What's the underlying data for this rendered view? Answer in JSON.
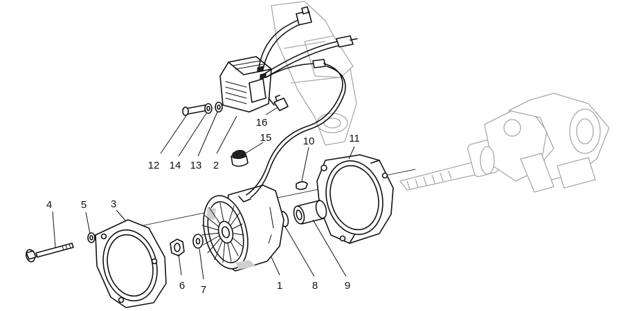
{
  "labels": [
    {
      "id": "label-1",
      "text": "1"
    },
    {
      "id": "label-2",
      "text": "2"
    },
    {
      "id": "label-3",
      "text": "3"
    },
    {
      "id": "label-4",
      "text": "4"
    },
    {
      "id": "label-5",
      "text": "5"
    },
    {
      "id": "label-6",
      "text": "6"
    },
    {
      "id": "label-7",
      "text": "7"
    },
    {
      "id": "label-8",
      "text": "8"
    },
    {
      "id": "label-9",
      "text": "9"
    },
    {
      "id": "label-10",
      "text": "10"
    },
    {
      "id": "label-11",
      "text": "11"
    },
    {
      "id": "label-12",
      "text": "12"
    },
    {
      "id": "label-13",
      "text": "13"
    },
    {
      "id": "label-14",
      "text": "14"
    },
    {
      "id": "label-15",
      "text": "15"
    },
    {
      "id": "label-16",
      "text": "16"
    }
  ],
  "colors": {
    "ink": "#111111",
    "ghost": "#a8a8a8",
    "background": "#ffffff"
  }
}
